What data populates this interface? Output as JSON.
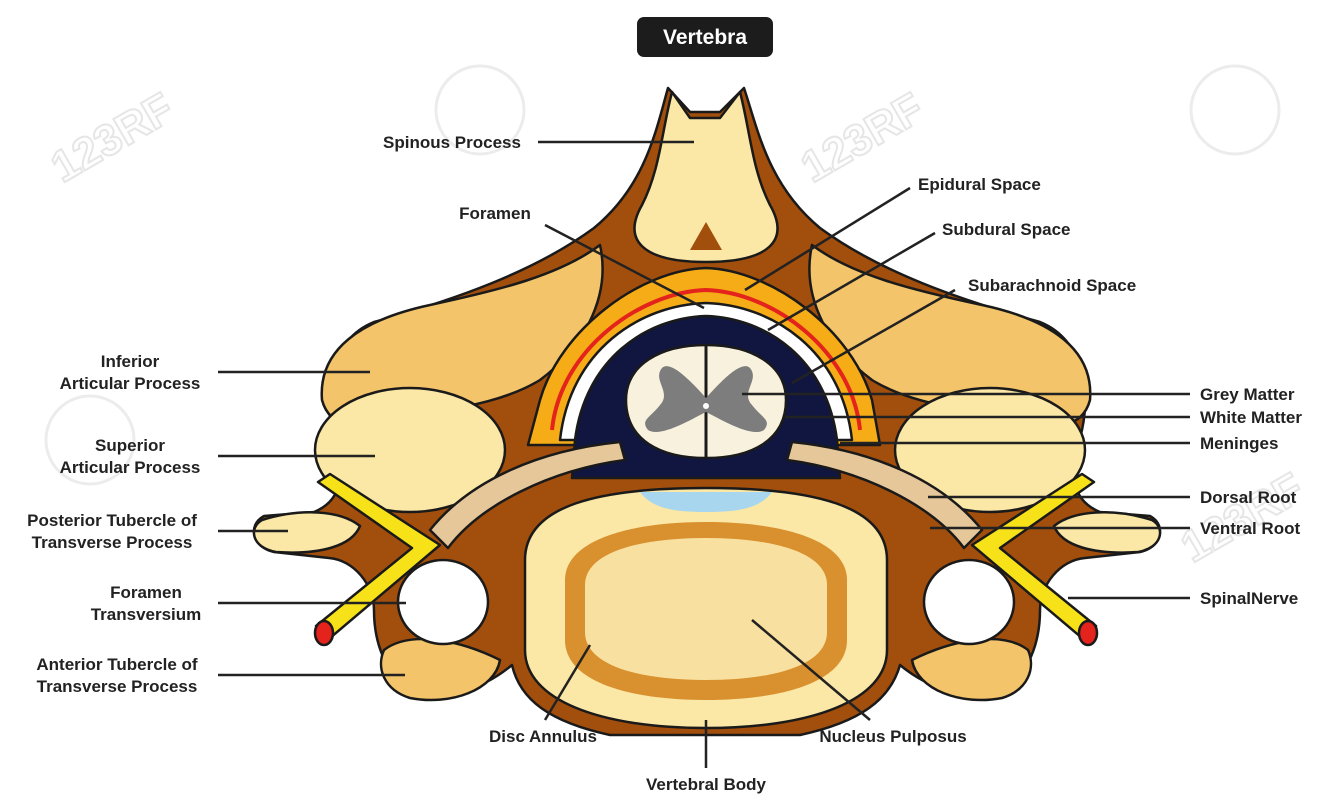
{
  "title": "Vertebra",
  "watermark": "123RF",
  "colors": {
    "bone_light": "#fbe7a6",
    "bone_dark": "#a24e0c",
    "bone_mid": "#f3c46a",
    "nerve": "#f7e21a",
    "csf_dark": "#101640",
    "fat": "#f6ac16",
    "vessel_red": "#e3231c",
    "disc_inner": "#f8e1a0",
    "disc_ring": "#d9902e",
    "grey_matter": "#7d7d7d",
    "leader_line": "#222222"
  },
  "labels": {
    "spinous_process": "Spinous Process",
    "foramen": "Foramen",
    "epidural_space": "Epidural Space",
    "subdural_space": "Subdural Space",
    "subarachnoid_space": "Subarachnoid Space",
    "inferior_articular_process": [
      "Inferior",
      "Articular Process"
    ],
    "superior_articular_process": [
      "Superior",
      "Articular Process"
    ],
    "posterior_tubercle": [
      "Posterior Tubercle of",
      "Transverse Process"
    ],
    "foramen_transversium": [
      "Foramen",
      "Transversium"
    ],
    "anterior_tubercle": [
      "Anterior Tubercle of",
      "Transverse Process"
    ],
    "grey_matter": "Grey Matter",
    "white_matter": "White Matter",
    "meninges": "Meninges",
    "dorsal_root": "Dorsal Root",
    "ventral_root": "Ventral Root",
    "spinal_nerve": "SpinalNerve",
    "disc_annulus": "Disc Annulus",
    "nucleus_pulposus": "Nucleus Pulposus",
    "vertebral_body": "Vertebral Body"
  }
}
